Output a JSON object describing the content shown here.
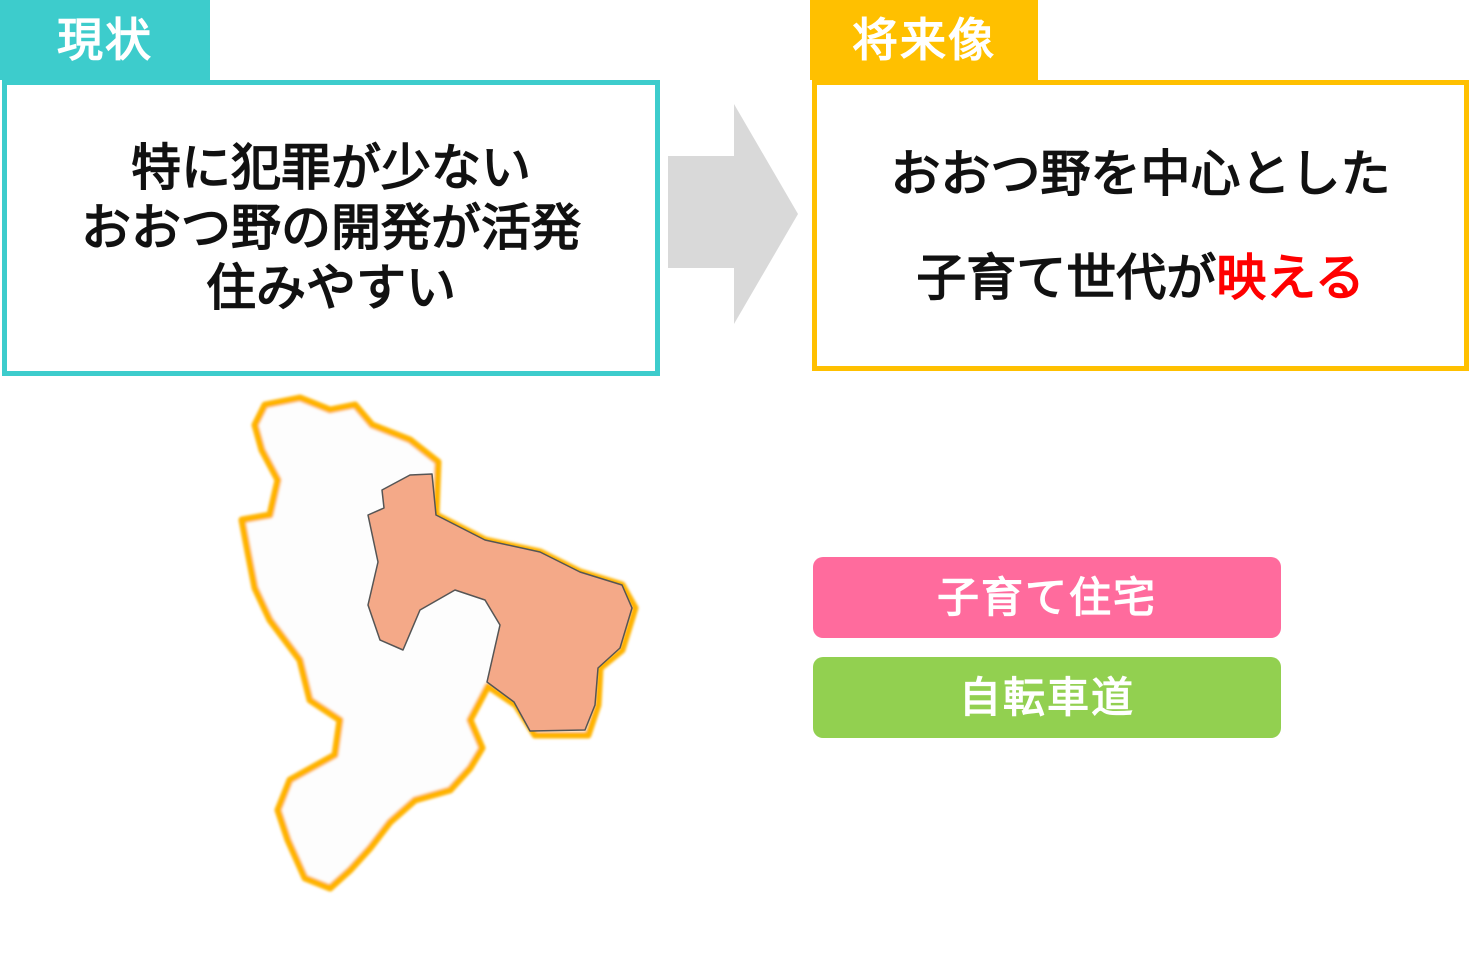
{
  "current": {
    "tab_label": "現状",
    "lines": [
      "特に犯罪が少ない",
      "おおつ野の開発が活発",
      "住みやすい"
    ]
  },
  "future": {
    "tab_label": "将来像",
    "line1": "おおつ野を中心とした",
    "line2_plain": "子育て世代が",
    "line2_highlight": "映える"
  },
  "tags": {
    "housing": "子育て住宅",
    "bike_path": "自転車道"
  },
  "colors": {
    "current_accent": "#3dcccc",
    "future_accent": "#ffc000",
    "highlight_text": "#ff0000",
    "housing_tag": "#ff6b9d",
    "bike_tag": "#92d050",
    "map_outline": "#ffb300",
    "map_highlight_area": "#f4a988",
    "arrow": "#d9d9d9"
  },
  "icons": {
    "arrow": "right-arrow-icon",
    "map": "district-map"
  }
}
